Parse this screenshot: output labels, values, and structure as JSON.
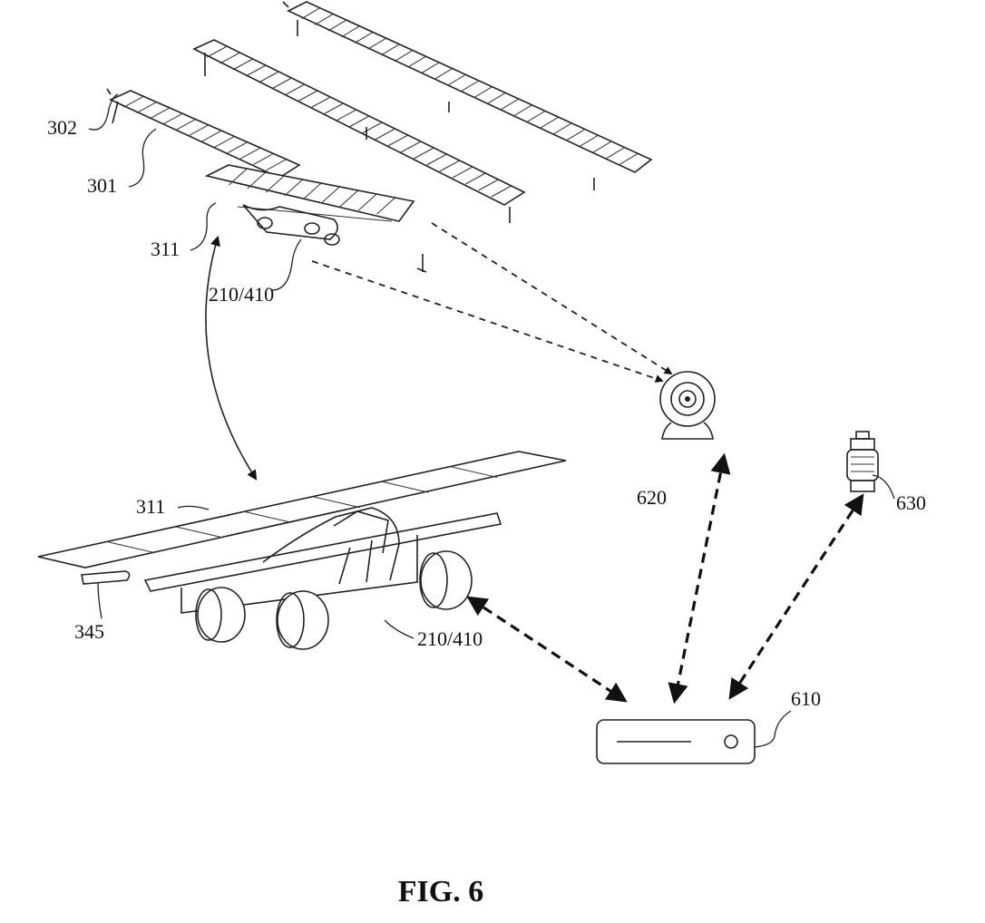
{
  "figure": {
    "caption": "FIG. 6",
    "labels": {
      "r302": "302",
      "r301": "301",
      "r311_top": "311",
      "r210_410_top": "210/410",
      "r311_vehicle": "311",
      "r345": "345",
      "r210_410_vehicle": "210/410",
      "r620": "620",
      "r630": "630",
      "r610": "610"
    }
  }
}
